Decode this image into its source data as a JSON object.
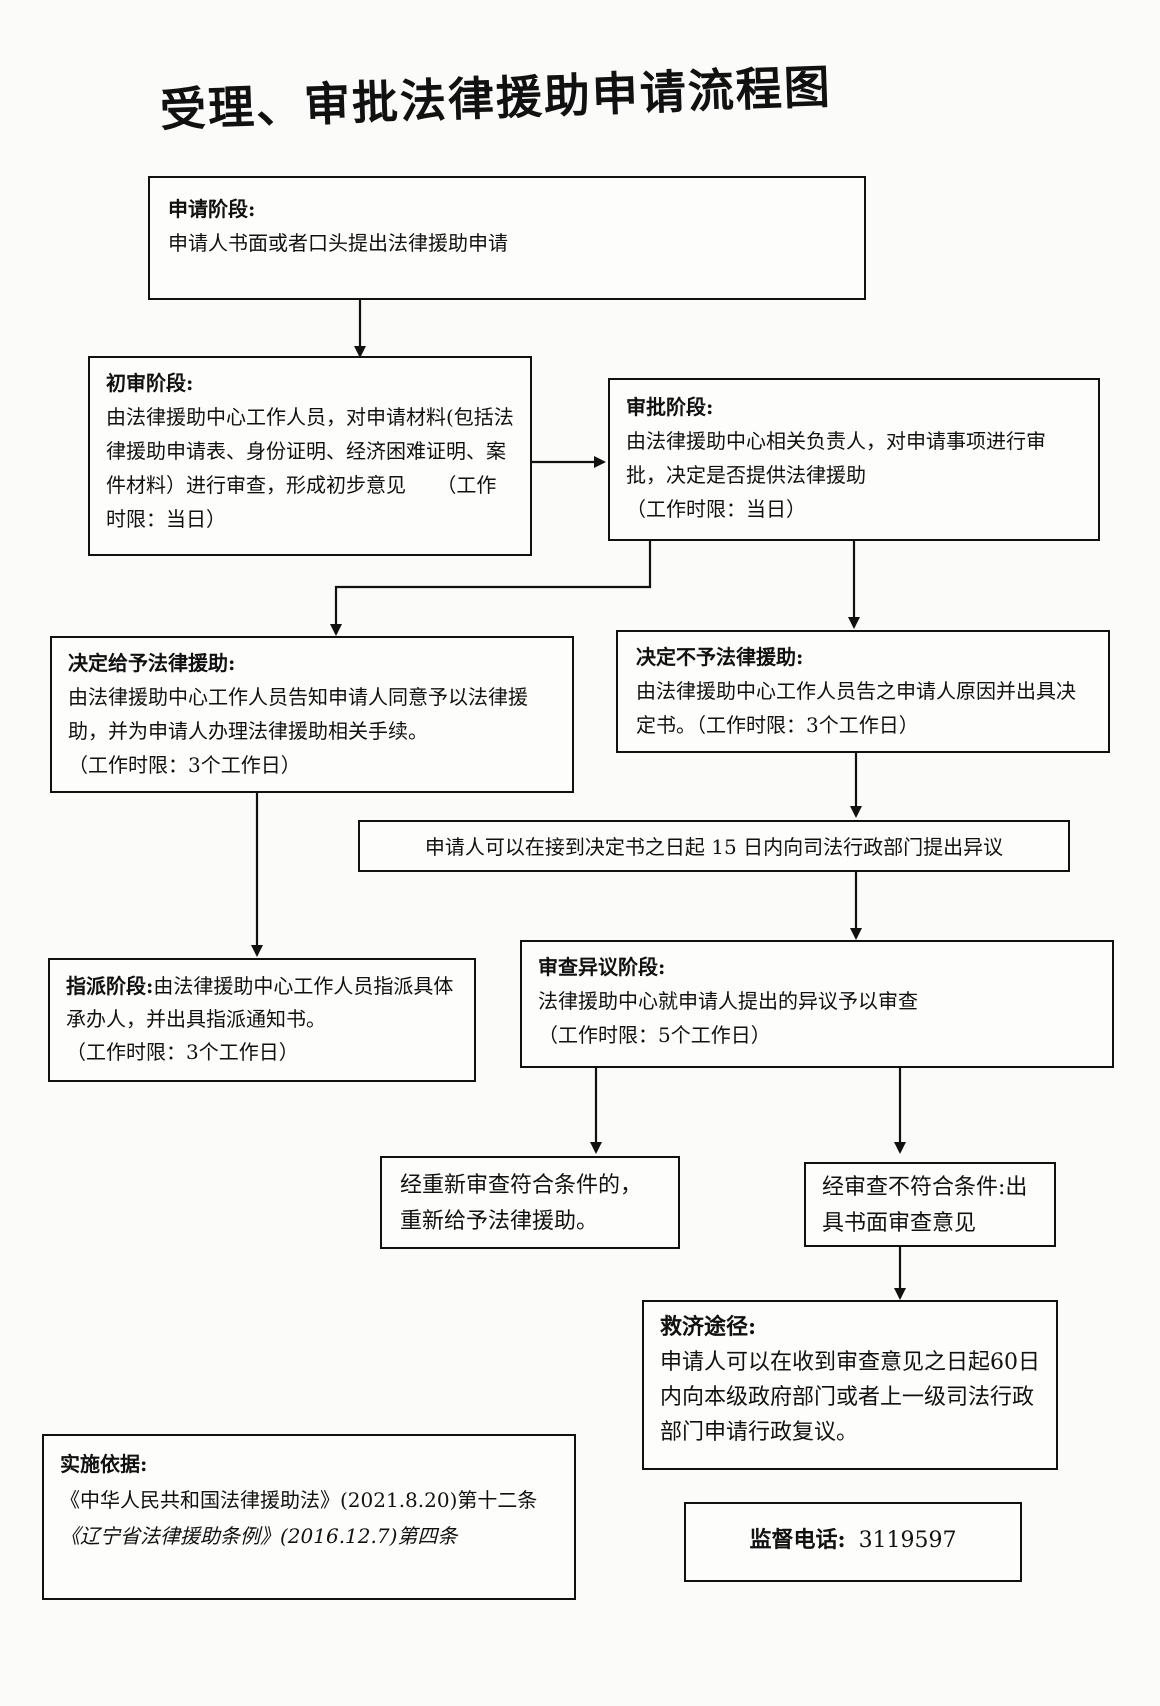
{
  "title": "受理、审批法律援助申请流程图",
  "apply": {
    "heading": "申请阶段:",
    "text": "申请人书面或者口头提出法律援助申请"
  },
  "initial_review": {
    "heading": "初审阶段:",
    "text": "由法律援助中心工作人员，对申请材料(包括法律援助申请表、身份证明、经济困难证明、案件材料）进行审查，形成初步意见",
    "time_limit": "（工作时限：当日）"
  },
  "approval": {
    "heading": "审批阶段:",
    "text": "由法律援助中心相关负责人，对申请事项进行审批，决定是否提供法律援助",
    "time_limit": "（工作时限：当日）"
  },
  "grant": {
    "heading": "决定给予法律援助:",
    "text": "由法律援助中心工作人员告知申请人同意予以法律援助，并为申请人办理法律援助相关手续。",
    "time_limit": "（工作时限：3个工作日）"
  },
  "deny": {
    "heading": "决定不予法律援助:",
    "text": "由法律援助中心工作人员告之申请人原因并出具决定书。（工作时限：3个工作日）"
  },
  "objection_notice": {
    "text": "申请人可以在接到决定书之日起 15 日内向司法行政部门提出异议"
  },
  "assign": {
    "heading": "指派阶段:",
    "text": "由法律援助中心工作人员指派具体承办人，并出具指派通知书。",
    "time_limit": "（工作时限：3个工作日）"
  },
  "objection_review": {
    "heading": "审查异议阶段:",
    "text": "法律援助中心就申请人提出的异议予以审查",
    "time_limit": "（工作时限：5个工作日）"
  },
  "re_grant": {
    "text": "经重新审查符合条件的，重新给予法律援助。"
  },
  "not_qualified": {
    "text": "经审查不符合条件:出具书面审查意见"
  },
  "remedy": {
    "heading": "救济途径:",
    "text": "申请人可以在收到审查意见之日起60日内向本级政府部门或者上一级司法行政部门申请行政复议。"
  },
  "basis": {
    "heading": "实施依据:",
    "law1": "《中华人民共和国法律援助法》(2021.8.20)第十二条",
    "law2": "《辽宁省法律援助条例》(2016.12.7)第四条"
  },
  "hotline": {
    "label": "监督电话:",
    "number": "3119597"
  }
}
